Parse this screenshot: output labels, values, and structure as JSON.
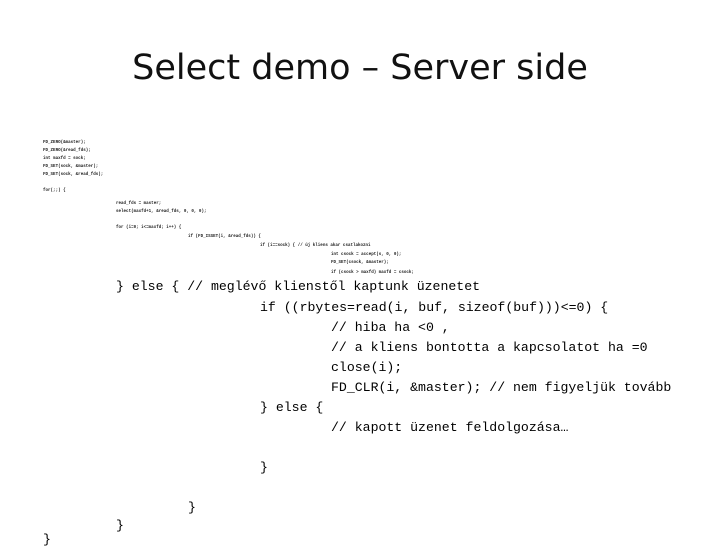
{
  "slide": {
    "title": "Select demo – Server side",
    "tiny_code": [
      "FD_ZERO(&master);",
      "FD_ZERO(&read_fds);",
      "int maxfd = sock;",
      "FD_SET(sock, &master);",
      "FD_SET(sock, &read_fds);",
      "for(;;) {",
      "read_fds = master;",
      "select(maxfd+1, &read_fds, 0, 0, 0);",
      "for (i=0; i<=maxfd; i++) {",
      "if (FD_ISSET(i, &read_fds)) {",
      "if (i==sock) { // új kliens akar csatlakozni",
      "int csock = accept(s, 0, 0);",
      "FD_SET(csock, &master);",
      "if (csock > maxfd) maxfd = csock;"
    ],
    "code": [
      "} else { // meglévő klienstől kaptunk üzenetet",
      "if ((rbytes=read(i, buf, sizeof(buf)))<=0) {",
      "// hiba ha <0 ,",
      "// a kliens bontotta a kapcsolatot ha =0",
      "close(i);",
      "FD_CLR(i, &master); // nem figyeljük tovább",
      "} else {",
      "// kapott üzenet feldolgozása…",
      "}",
      "}",
      "}",
      "}"
    ]
  }
}
